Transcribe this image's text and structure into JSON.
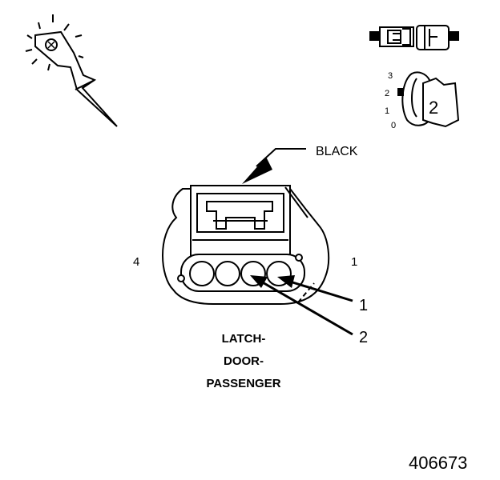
{
  "connector": {
    "color_label": "BLACK",
    "cavity_end_left": "4",
    "cavity_end_right": "1",
    "callout_1": "1",
    "callout_2": "2",
    "name_line_1": "LATCH-",
    "name_line_2": "DOOR-",
    "name_line_3": "PASSENGER"
  },
  "position_scale": {
    "pos_3": "3",
    "pos_2": "2",
    "pos_1": "1",
    "pos_0": "0",
    "key_number": "2"
  },
  "figure_id": "406673",
  "icons": [
    "terminal-probe-icon",
    "connector-pair-icon",
    "position-key-icon"
  ]
}
